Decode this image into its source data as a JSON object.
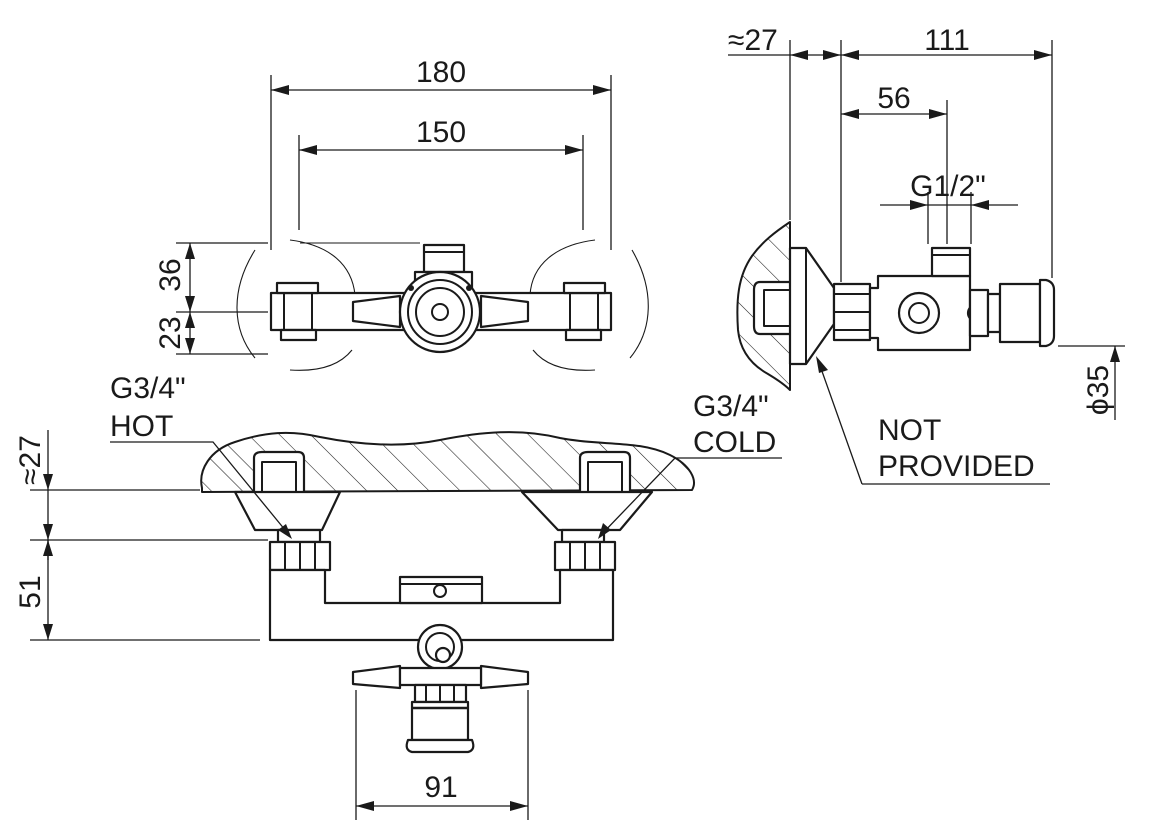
{
  "dimensions": {
    "width_180": "180",
    "spacing_150": "150",
    "height_36": "36",
    "height_23": "23",
    "width_91": "91",
    "height_51": "51",
    "wall_27_front": "≈27",
    "wall_27_side": "≈27",
    "depth_111": "111",
    "depth_56": "56",
    "outlet_thread": "G1/2\"",
    "knob_diameter": "ϕ35"
  },
  "labels": {
    "hot_thread": "G3/4\"",
    "hot_text": "HOT",
    "cold_thread": "G3/4\"",
    "cold_text": "COLD",
    "not_provided_1": "NOT",
    "not_provided_2": "PROVIDED"
  }
}
